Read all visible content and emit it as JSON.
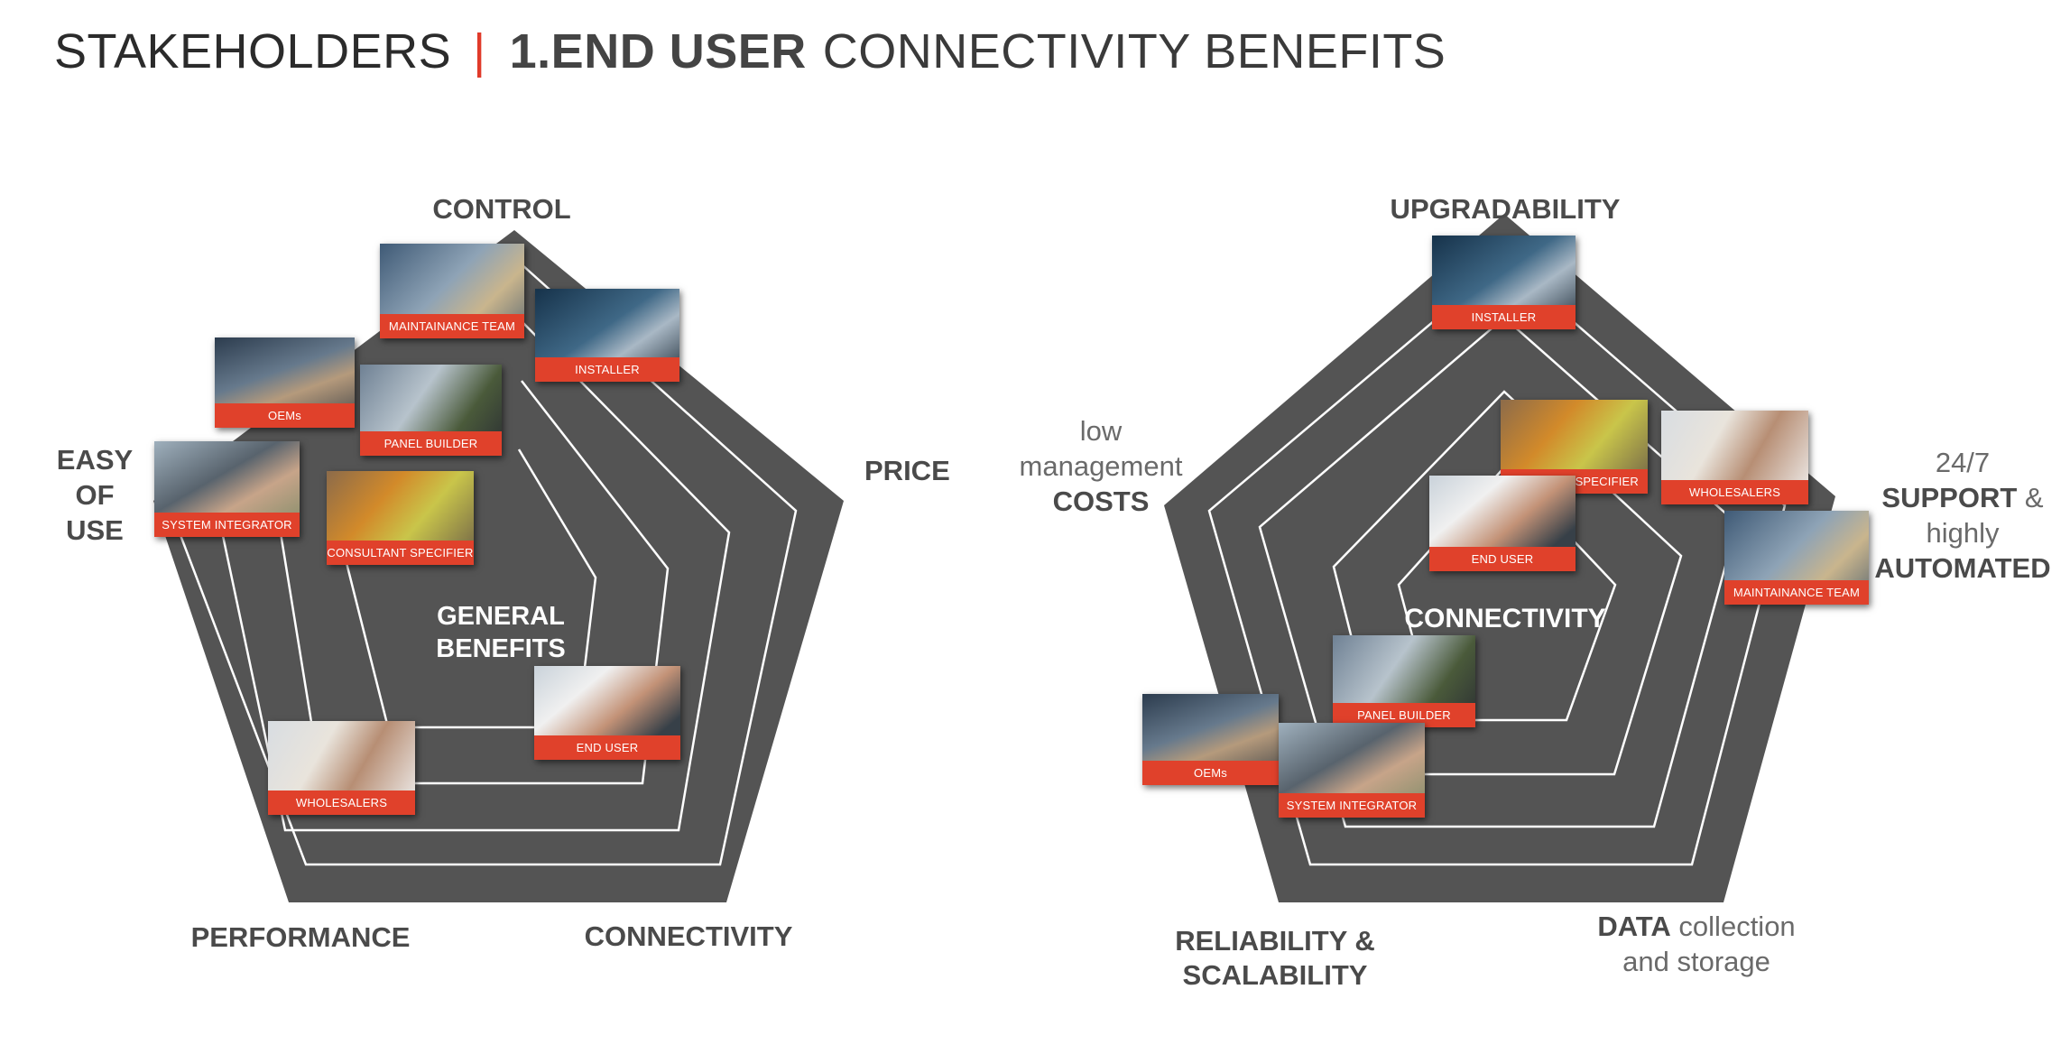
{
  "header": {
    "prefix": "STAKEHOLDERS",
    "separator": "|",
    "bold": "1.END USER",
    "light": "CONNECTIVITY BENEFITS"
  },
  "colors": {
    "pentagon": "#545454",
    "ring": "#ffffff",
    "accent": "#e0412b",
    "label": "#4a4a4a"
  },
  "left_diagram": {
    "center": [
      "GENERAL",
      "BENEFITS"
    ],
    "axes": {
      "top": "CONTROL",
      "right": "PRICE",
      "bottom_right": "CONNECTIVITY",
      "bottom_left": "PERFORMANCE",
      "left": [
        "EASY",
        "OF",
        "USE"
      ]
    },
    "cards": {
      "maintenance": "MAINTAINANCE TEAM",
      "installer": "INSTALLER",
      "oems": "OEMs",
      "panel_builder": "PANEL BUILDER",
      "system_integrator": "SYSTEM INTEGRATOR",
      "consultant": "CONSULTANT SPECIFIER",
      "end_user": "END USER",
      "wholesalers": "WHOLESALERS"
    }
  },
  "right_diagram": {
    "center": "CONNECTIVITY",
    "axes": {
      "top": "UPGRADABILITY",
      "left": {
        "l1": "low",
        "l2": "management",
        "l3": "COSTS"
      },
      "right": {
        "l1": "24/7",
        "l2_bold": "SUPPORT",
        "l2_light": " &",
        "l3": "highly",
        "l4": "AUTOMATED"
      },
      "bottom_right": {
        "bold": "DATA",
        "light1": " collection",
        "light2": "and storage"
      },
      "bottom_left": [
        "RELIABILITY &",
        "SCALABILITY"
      ]
    },
    "cards": {
      "installer": "INSTALLER",
      "specifier": "SPECIFIER",
      "wholesalers": "WHOLESALERS",
      "end_user": "END USER",
      "maintenance": "MAINTAINANCE TEAM",
      "panel_builder": "PANEL BUILDER",
      "oems": "OEMs",
      "system_integrator": "SYSTEM INTEGRATOR"
    }
  }
}
